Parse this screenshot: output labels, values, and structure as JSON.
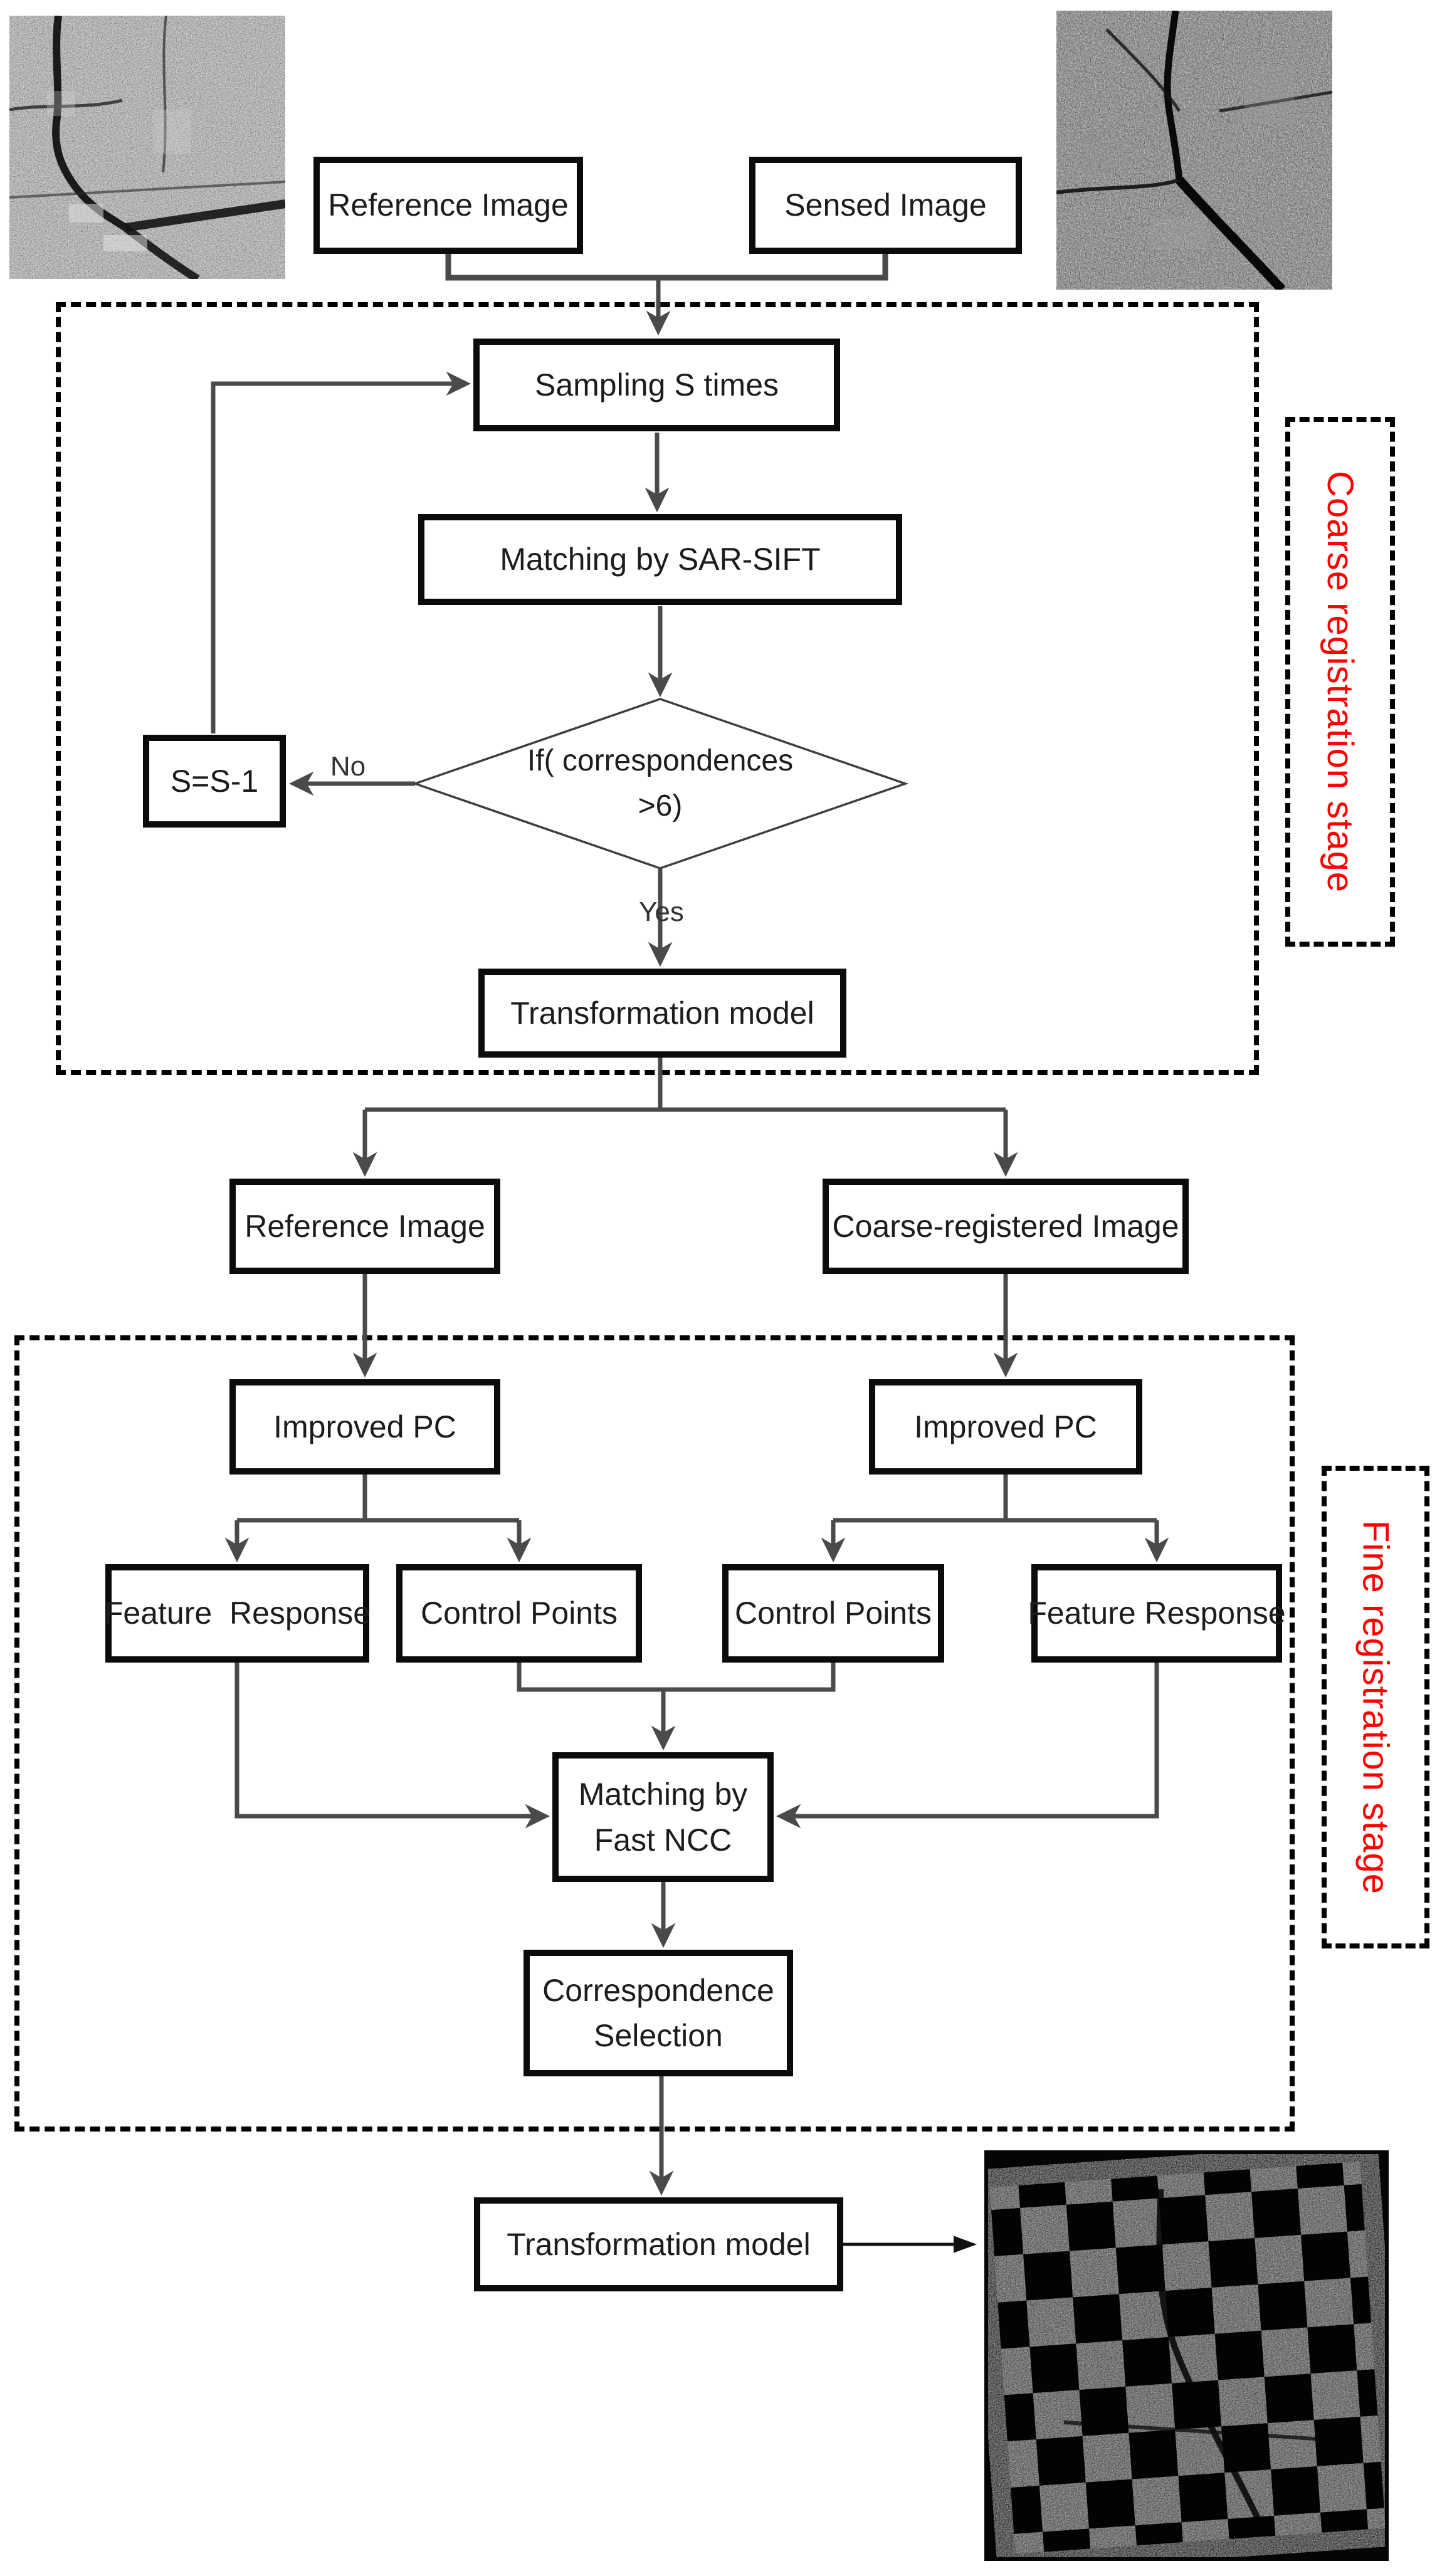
{
  "title": "SAR image registration flowchart",
  "colors": {
    "stage_label_red": "#fe0000",
    "connector_gray": "#4a4a4a",
    "box_border_black": "#0b0b0b",
    "background": "#ffffff"
  },
  "nodes": {
    "reference_image_top": "Reference Image",
    "sensed_image": "Sensed Image",
    "sampling": "Sampling S times",
    "matching_sarsift": "Matching by SAR-SIFT",
    "decision_line1": "If( correspondences",
    "decision_line2": ">6)",
    "s_decrement": "S=S-1",
    "transformation_model_1": "Transformation model",
    "reference_image_2": "Reference Image",
    "coarse_registered_image": "Coarse-registered Image",
    "improved_pc_left": "Improved PC",
    "improved_pc_right": "Improved PC",
    "feature_response_left": "Feature  Response",
    "control_points_left": "Control Points",
    "control_points_right": "Control Points",
    "feature_response_right": "Feature Response",
    "matching_ncc_line1": "Matching by",
    "matching_ncc_line2": "Fast NCC",
    "correspondence_line1": "Correspondence",
    "correspondence_line2": "Selection",
    "transformation_model_2": "Transformation model"
  },
  "edge_labels": {
    "no": "No",
    "yes": "Yes"
  },
  "stages": {
    "coarse_label": "Coarse registration stage",
    "fine_label": "Fine registration stage"
  },
  "images": {
    "reference_sar": "reference-sar-photo",
    "sensed_sar": "sensed-sar-photo",
    "result_mosaic": "checkerboard-mosaic-result"
  }
}
